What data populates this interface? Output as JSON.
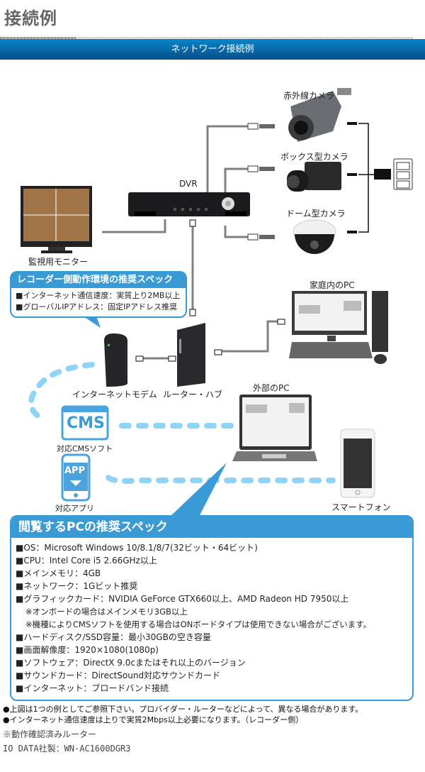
{
  "header": {
    "title": "接続例",
    "banner": "ネットワーク接続例"
  },
  "diagram": {
    "devices": {
      "ir_camera": "赤外線カメラ",
      "box_camera": "ボックス型カメラ",
      "dome_camera": "ドーム型カメラ",
      "dvr": "DVR",
      "monitor": "監視用モニター",
      "home_pc": "家庭内のPC",
      "modem": "インターネットモデム",
      "router": "ルーター・ハブ",
      "external_pc": "外部のPC",
      "cms": "対応CMSソフト",
      "cms_icon_text": "CMS",
      "app": "対応アプリ",
      "app_icon_text": "APP",
      "smartphone": "スマートフォン"
    },
    "colors": {
      "accent": "#3a9ad6",
      "dashed_link": "#8fd3f7",
      "cable": "#808080"
    }
  },
  "recorder_spec": {
    "title": "レコーダー側動作環境の推奨スペック",
    "items": [
      "■インターネット通信速度：実質上り2MB以上",
      "■グローバルIPアドレス：固定IPアドレス推奨"
    ]
  },
  "pc_spec": {
    "title": "閲覧するPCの推奨スペック",
    "items": [
      "■OS：Microsoft Windows 10/8.1/8/7(32ビット・64ビット)",
      "■CPU：Intel Core i5 2.66GHz以上",
      "■メインメモリ：4GB",
      "■ネットワーク：1Gビット推奨",
      "■グラフィックカード：NVIDIA GeForce GTX660以上、AMD Radeon HD 7950以上"
    ],
    "notes": [
      "※オンボードの場合はメインメモリ3GB以上",
      "※機種によりCMSソフトを使用する場合はONボードタイプは使用できない場合がございます。"
    ],
    "items2": [
      "■ハードディスク/SSD容量：最小30GBの空き容量",
      "■画面解像度：1920×1080(1080p)",
      "■ソフトウェア：DirectX 9.0cまたはそれ以上のバージョン",
      "■サウンドカード：DirectSound対応サウンドカード",
      "■インターネット：ブロードバンド接続"
    ]
  },
  "footer": {
    "notes": [
      "●上図は1つの例としてご参照下さい。プロバイダー・ルーターなどによって、異なる場合があります。",
      "●インターネット通信速度は上りで実質2Mbps以上必要になります。（レコーダー側）"
    ],
    "verified_label": "※動作確認済みルーター",
    "verified_router": "IO DATA社製：WN-AC1600DGR3"
  }
}
